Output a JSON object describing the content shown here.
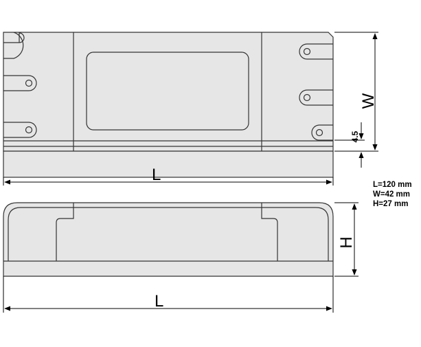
{
  "top_view": {
    "length_label": "L",
    "width_label": "W",
    "small_dim_label": "4.5"
  },
  "side_view": {
    "length_label": "L",
    "height_label": "H"
  },
  "specs": {
    "length": "L=120 mm",
    "width": "W=42 mm",
    "height": "H=27 mm"
  },
  "colors": {
    "body_fill": "#e6e6e6",
    "outline": "#333333"
  }
}
